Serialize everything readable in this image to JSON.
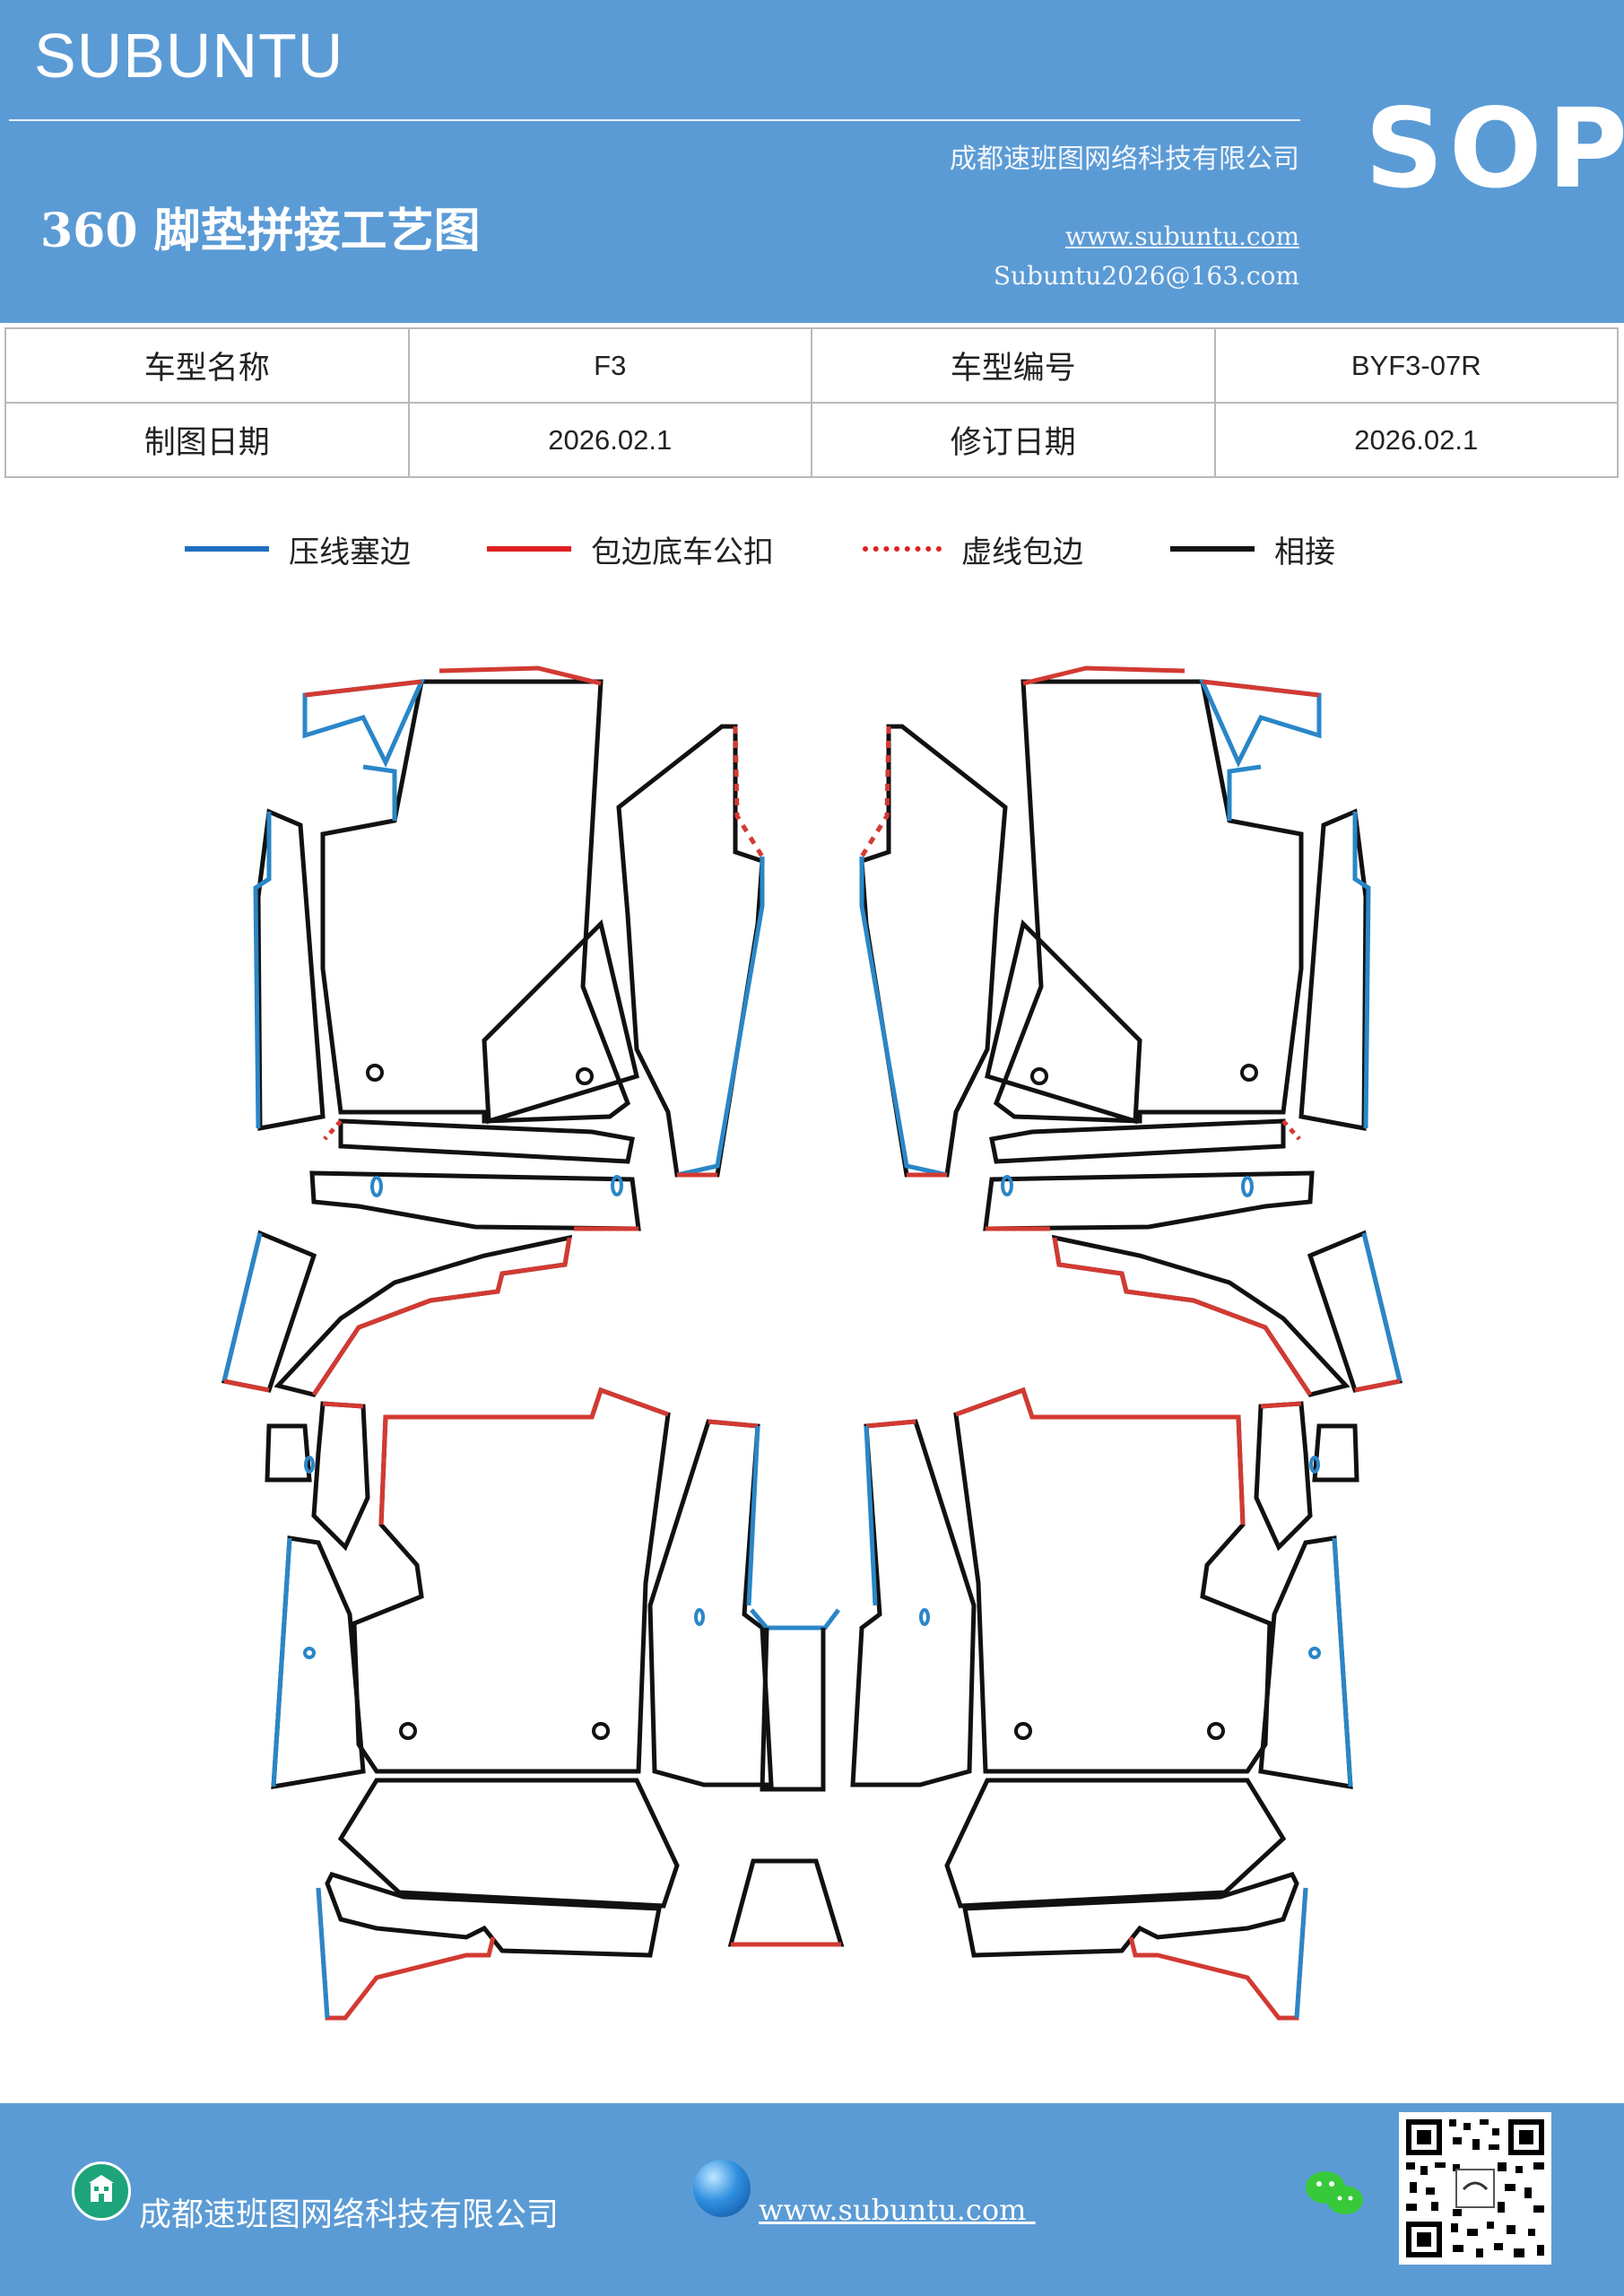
{
  "header": {
    "brand": "SUBUNTU",
    "company": "成都速班图网络科技有限公司",
    "badge": "SOP",
    "title": "360 脚垫拼接工艺图",
    "website": "www.subuntu.com",
    "email": "Subuntu2026@163.com"
  },
  "info_table": {
    "rows": [
      [
        "车型名称",
        "F3",
        "车型编号",
        "BYF3-07R"
      ],
      [
        "制图日期",
        "2026.02.1",
        "修订日期",
        "2026.02.1"
      ]
    ]
  },
  "legend": [
    {
      "label": "压线塞边",
      "color": "#1f6fc0",
      "style": "solid"
    },
    {
      "label": "包边底车公扣",
      "color": "#e02020",
      "style": "solid"
    },
    {
      "label": "虚线包边",
      "color": "#e02020",
      "style": "dotted"
    },
    {
      "label": "相接",
      "color": "#000000",
      "style": "solid"
    }
  ],
  "colors": {
    "brand_blue": "#5b9bd5",
    "press_line_blue": "#2a86c8",
    "binding_red": "#d23a32",
    "joint_black": "#111111"
  },
  "footer": {
    "company": "成都速班图网络科技有限公司",
    "website": "www.subuntu.com ",
    "icons": [
      "building-icon",
      "globe-icon",
      "wechat-icon",
      "qr-code"
    ]
  }
}
